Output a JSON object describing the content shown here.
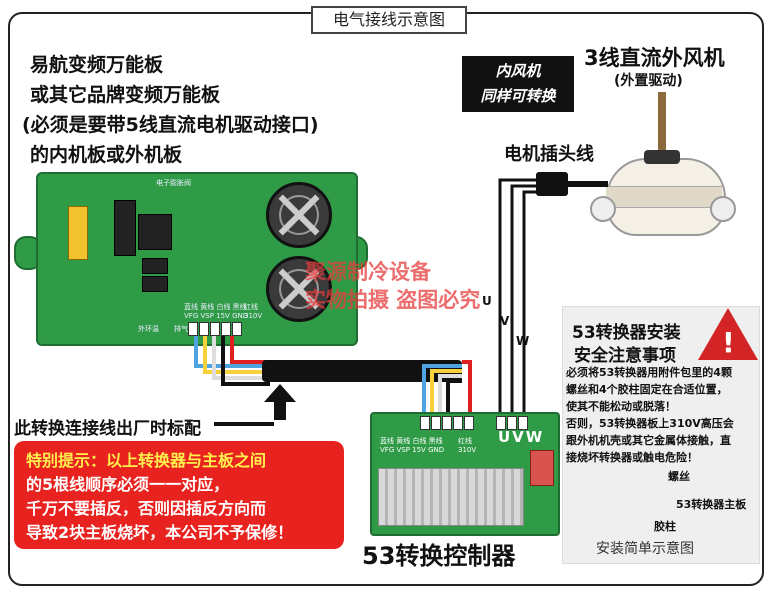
{
  "title": "电气接线示意图",
  "headline": [
    "易航变频万能板",
    "或其它品牌变频万能板",
    "(必须是要带5线直流电机驱动接口)",
    "的内机板或外机板"
  ],
  "sticker": [
    "内风机",
    "同样可转换"
  ],
  "motor": {
    "title": "3线直流外风机",
    "subtitle": "(外置驱动)",
    "plug_label": "电机插头线"
  },
  "main_board": {
    "top_label": "电子膨胀阀",
    "pin_names": "蓝线 黄线 白线 黑线",
    "pin_codes": "VFG VSP 15V GND",
    "pin_red": "红线",
    "pin_310": "310V",
    "left_labels": [
      "外环温",
      "排气"
    ]
  },
  "wire_letters": {
    "u": "U",
    "v": "V",
    "w": "W"
  },
  "converter": {
    "pin_names": "蓝线 黄线 白线 黑线",
    "pin_red": "红线",
    "pin_codes": "VFG VSP 15V GND",
    "pin_310": "310V",
    "uvw": "UVW",
    "title": "53转换控制器"
  },
  "factory_mark": "此转换连接线出厂时标配",
  "warning_red": [
    "特别提示：以上转换器与主板之间",
    "的5根线顺序必须一一对应，",
    "千万不要插反，否则因插反方向而",
    "导致2块主板烧坏，本公司不予保修！"
  ],
  "safety": {
    "title_1": "53转换器安装",
    "title_2": "安全注意事项",
    "body": [
      "必须将53转换器用附件包里的4颗",
      "螺丝和4个胶柱固定在合适位置，",
      "使其不能松动或脱落！",
      "否则，53转换器板上310V高压会",
      "跟外机机壳或其它金属体接触，直",
      "接烧坏转换器或触电危险！"
    ],
    "diagram_labels": {
      "screw": "螺丝",
      "board": "53转换器主板",
      "post": "胶柱"
    },
    "diagram_caption": "安装简单示意图"
  },
  "watermark": [
    "聚源制冷设备",
    "实物拍摄 盗图必究"
  ],
  "colors": {
    "pcb": "#2f9b47",
    "warning": "#e8231f",
    "wire_blue": "#4fa3e0",
    "wire_yellow": "#f5d23c",
    "wire_white": "#ffffff",
    "wire_black": "#111111",
    "wire_red": "#e02020"
  }
}
